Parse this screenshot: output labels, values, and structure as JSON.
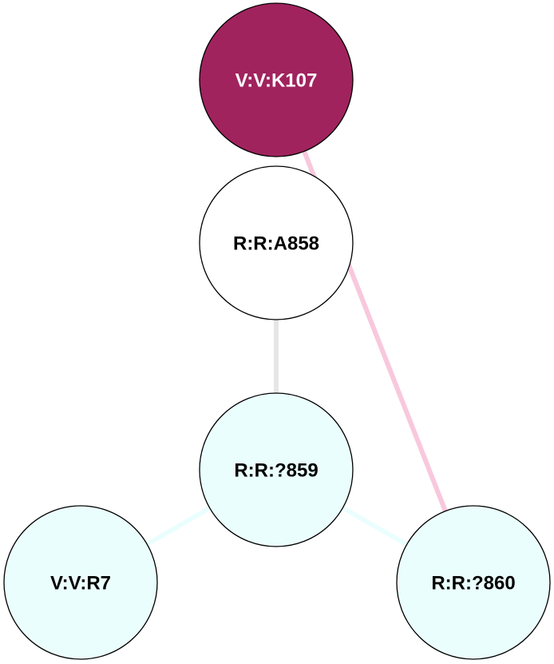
{
  "diagram": {
    "type": "residue-interaction-network",
    "nodes": [
      {
        "id": "K107",
        "label": "V:V:K107",
        "fill": "#a0235e",
        "text_color": "#ffffff"
      },
      {
        "id": "A858",
        "label": "R:R:A858",
        "fill": "#ffffff",
        "text_color": "#000000"
      },
      {
        "id": "N859",
        "label": "R:R:?859",
        "fill": "#ebfefe",
        "text_color": "#000000"
      },
      {
        "id": "R7",
        "label": "V:V:R7",
        "fill": "#ebfefe",
        "text_color": "#000000"
      },
      {
        "id": "N860",
        "label": "R:R:?860",
        "fill": "#ebfefe",
        "text_color": "#000000"
      }
    ],
    "edges": [
      {
        "source": "K107",
        "target": "N860",
        "color": "#f8c8dc"
      },
      {
        "source": "A858",
        "target": "N859",
        "color": "#e6e6e6"
      },
      {
        "source": "N859",
        "target": "R7",
        "color": "#ebfefe"
      },
      {
        "source": "N859",
        "target": "N860",
        "color": "#ebfefe"
      }
    ]
  }
}
